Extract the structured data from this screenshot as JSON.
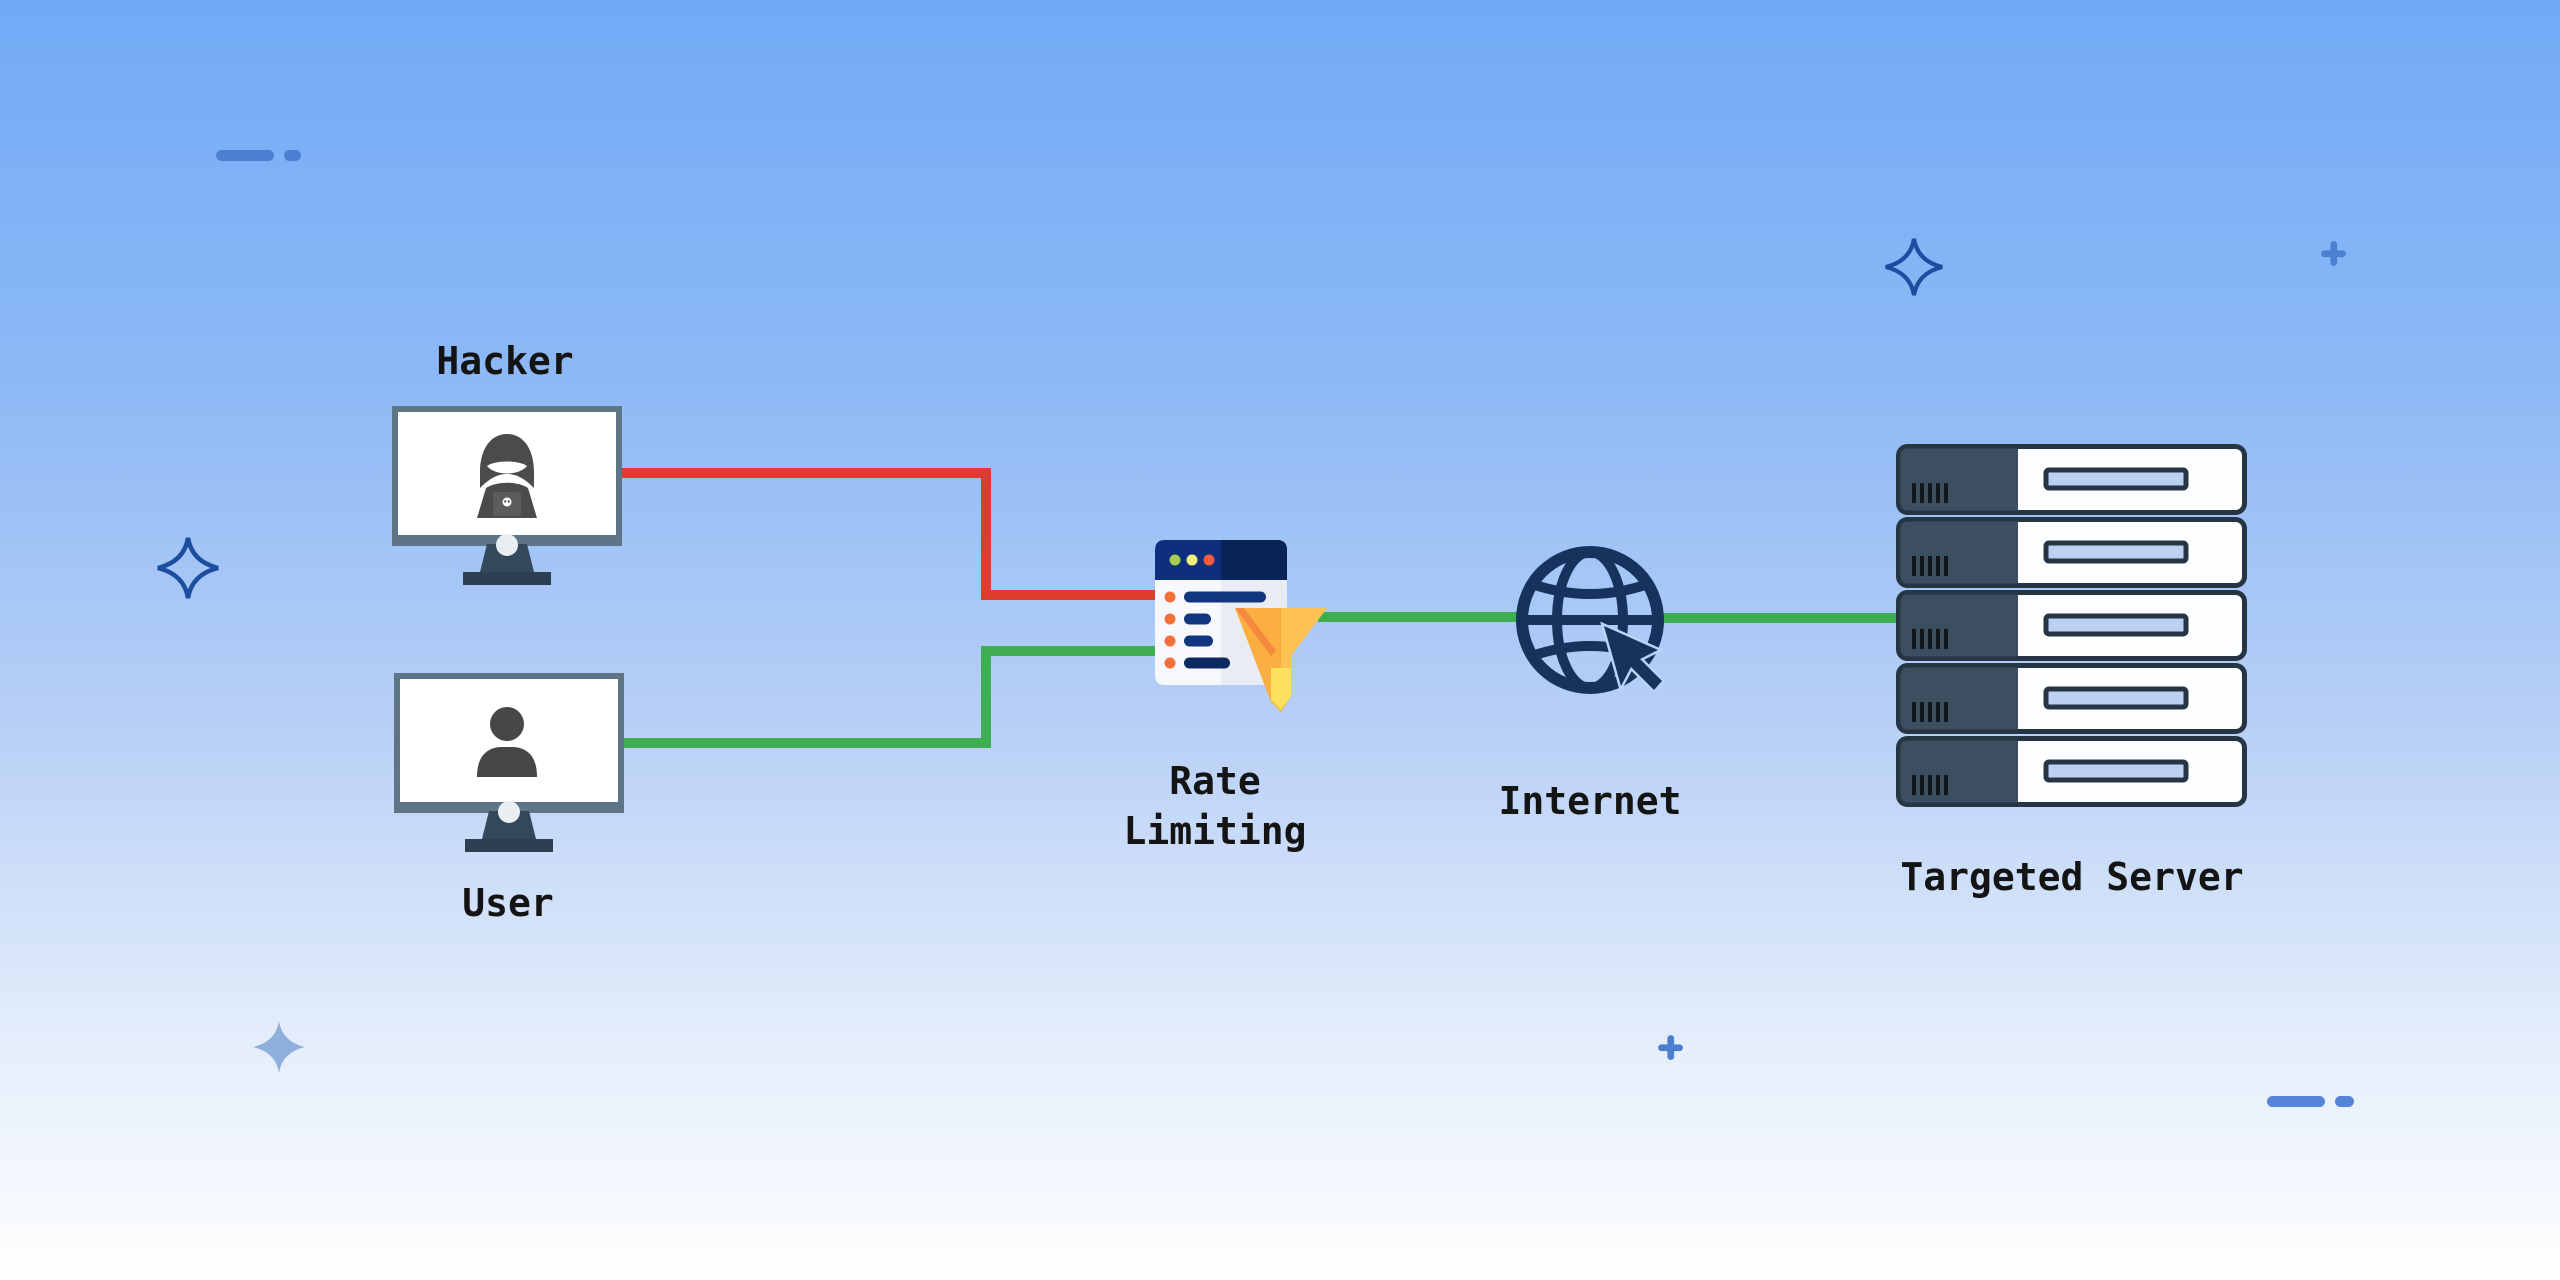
{
  "nodes": {
    "hacker": {
      "label": "Hacker",
      "icon": "hacker-monitor-icon"
    },
    "user": {
      "label": "User",
      "icon": "user-monitor-icon"
    },
    "rate_limiting": {
      "label": "Rate Limiting",
      "icon": "rate-limit-filter-icon"
    },
    "internet": {
      "label": "Internet",
      "icon": "globe-cursor-icon"
    },
    "targeted_server": {
      "label": "Targeted Server",
      "icon": "server-rack-icon"
    }
  },
  "edges": [
    {
      "from": "Hacker",
      "to": "Rate Limiting",
      "color": "#df3b2f",
      "shape": "elbow"
    },
    {
      "from": "User",
      "to": "Rate Limiting",
      "color": "#3fae53",
      "shape": "elbow"
    },
    {
      "from": "Rate Limiting",
      "to": "Internet",
      "color": "#3fae53",
      "shape": "straight"
    },
    {
      "from": "Internet",
      "to": "Targeted Server",
      "color": "#3fae53",
      "shape": "straight"
    }
  ],
  "colors": {
    "background_top": "#72aaf6",
    "background_bottom": "#ffffff",
    "attack_line_red": "#df3b2f",
    "allowed_line_green": "#3fae53",
    "monitor_frame": "#5d7584",
    "monitor_stand": "#33495b",
    "figure_gray": "#4b4b4b",
    "navy": "#16335e",
    "browser_titlebar_blue": "#0d2f7d",
    "browser_titlebar_dark": "#092258",
    "list_bar_navy": "#11367d",
    "list_dot_orange": "#f46f3a",
    "funnel_amber": "#fbaf41",
    "funnel_light": "#fdc252",
    "funnel_yellow": "#fde15c",
    "funnel_deep_orange": "#f58a3e",
    "server_panel_dark": "#3b4f61",
    "server_slot_blue": "#bcd0f2",
    "server_outline": "#263544",
    "decor_blue": "#4c7fd0",
    "sparkle_outline_blue": "#1c4da0",
    "sparkle_fill_blue": "#8fb0dd"
  }
}
